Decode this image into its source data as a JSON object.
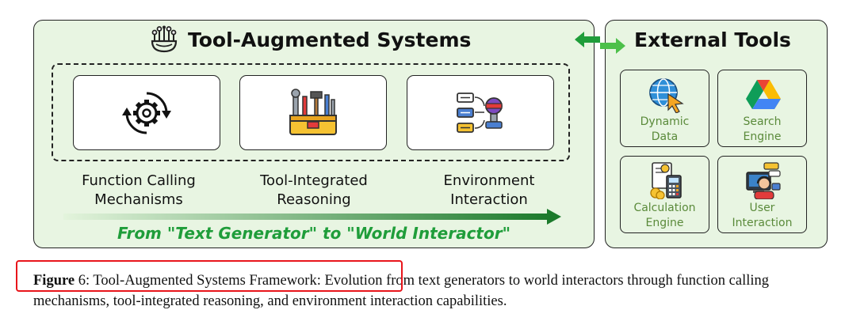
{
  "main_panel": {
    "title": "Tool-Augmented Systems",
    "modules": [
      {
        "label": "Function Calling\nMechanisms",
        "icon": "gear-cycle-icon"
      },
      {
        "label": "Tool-Integrated\nReasoning",
        "icon": "toolbox-icon"
      },
      {
        "label": "Environment\nInteraction",
        "icon": "robot-interaction-icon"
      }
    ],
    "tagline": "From \"Text Generator\" to \"World Interactor\""
  },
  "tools_panel": {
    "title": "External Tools",
    "tools": [
      {
        "label": "Dynamic\nData",
        "icon": "globe-cursor-icon"
      },
      {
        "label": "Search\nEngine",
        "icon": "drive-triangle-icon"
      },
      {
        "label": "Calculation\nEngine",
        "icon": "calculator-icon"
      },
      {
        "label": "User\nInteraction",
        "icon": "user-support-icon"
      }
    ]
  },
  "caption": {
    "prefix": "Figure",
    "number": "6",
    "text": ": Tool-Augmented Systems Framework: Evolution from text generators to world interactors through function calling mechanisms, tool-integrated reasoning, and environment interaction capabilities."
  },
  "colors": {
    "panel_fill": "#e8f5e2",
    "accent_green": "#1f9d3a",
    "tool_label": "#5a8a3a",
    "highlight_red": "#e8151b"
  }
}
